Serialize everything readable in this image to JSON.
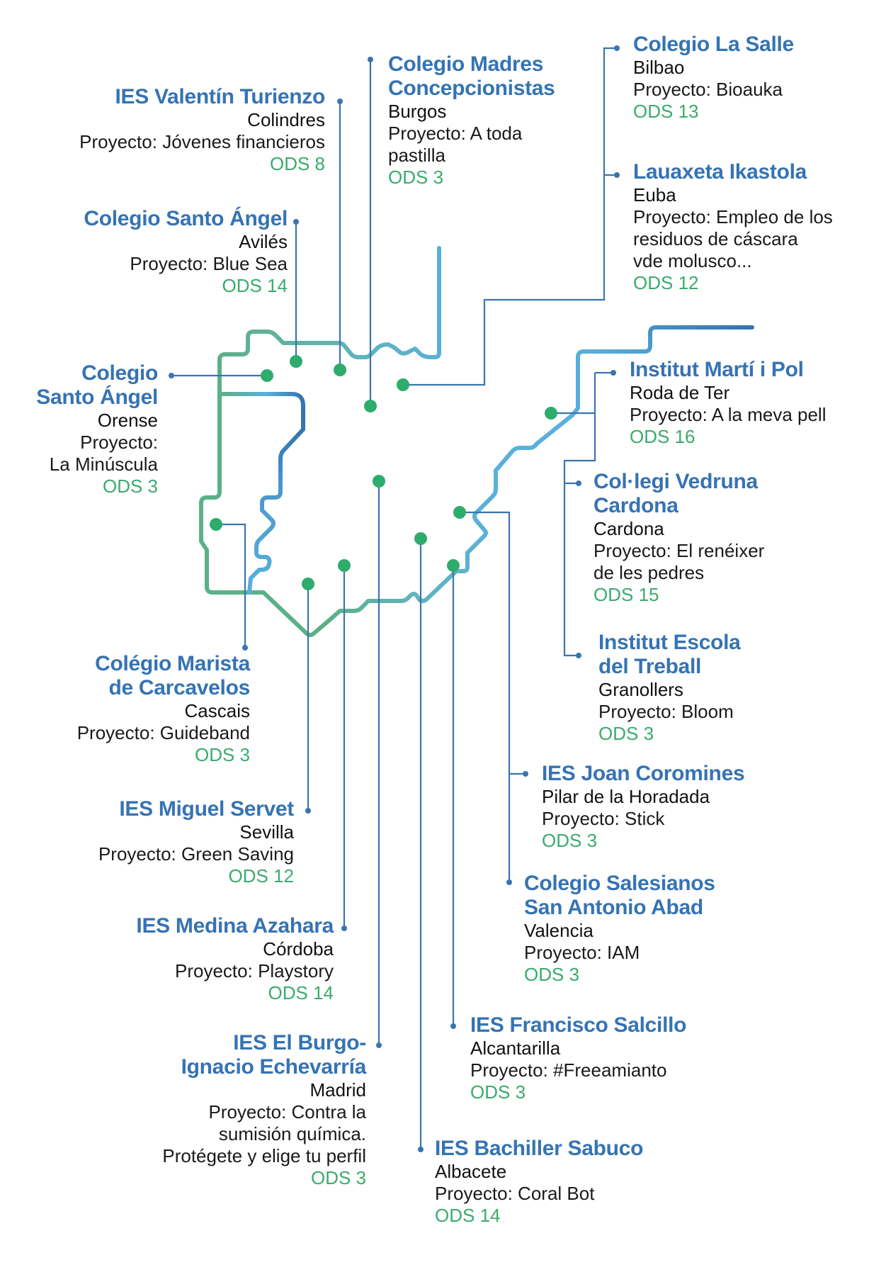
{
  "colors": {
    "title": "#3573b4",
    "ods": "#3aab6e",
    "dot": "#2eac6c",
    "connector": "#3a74b2",
    "outline_green": "#5cb087",
    "outline_teal": "#62b4bd",
    "outline_lightblue": "#5ab0dc",
    "outline_darkblue": "#3474b0"
  },
  "schools": [
    {
      "id": "valentin-turienzo",
      "title": "IES Valentín Turienzo",
      "city": "Colindres",
      "project": "Proyecto: Jóvenes financieros",
      "ods": "ODS 8"
    },
    {
      "id": "santo-angel-aviles",
      "title": "Colegio Santo Ángel",
      "city": "Avilés",
      "project": "Proyecto: Blue Sea",
      "ods": "ODS 14"
    },
    {
      "id": "santo-angel-orense",
      "title": "Colegio\nSanto Ángel",
      "city": "Orense",
      "project": "Proyecto:\nLa Minúscula",
      "ods": "ODS 3"
    },
    {
      "id": "madres-concepcionistas",
      "title": "Colegio Madres\nConcepcionistas",
      "city": "Burgos",
      "project": "Proyecto: A toda\npastilla",
      "ods": "ODS 3"
    },
    {
      "id": "la-salle",
      "title": "Colegio La Salle",
      "city": "Bilbao",
      "project": "Proyecto: Bioauka",
      "ods": "ODS 13"
    },
    {
      "id": "lauaxeta",
      "title": "Lauaxeta Ikastola",
      "city": "Euba",
      "project": "Proyecto: Empleo de los\nresiduos de cáscara\nvde molusco...",
      "ods": "ODS 12"
    },
    {
      "id": "marti-i-pol",
      "title": "Institut Martí i Pol",
      "city": "Roda de Ter",
      "project": "Proyecto: A la meva pell",
      "ods": "ODS 16"
    },
    {
      "id": "vedruna-cardona",
      "title": "Col·legi Vedruna\nCardona",
      "city": "Cardona",
      "project": "Proyecto: El renéixer\nde les pedres",
      "ods": "ODS 15"
    },
    {
      "id": "escola-treball",
      "title": "Institut Escola\ndel Treball",
      "city": "Granollers",
      "project": "Proyecto: Bloom",
      "ods": "ODS 3"
    },
    {
      "id": "marista-carcavelos",
      "title": "Colégio Marista\nde Carcavelos",
      "city": "Cascais",
      "project": "Proyecto: Guideband",
      "ods": "ODS 3"
    },
    {
      "id": "miguel-servet",
      "title": "IES Miguel Servet",
      "city": "Sevilla",
      "project": "Proyecto: Green Saving",
      "ods": "ODS 12"
    },
    {
      "id": "joan-coromines",
      "title": "IES Joan Coromines",
      "city": "Pilar de la Horadada",
      "project": "Proyecto: Stick",
      "ods": "ODS 3"
    },
    {
      "id": "salesianos",
      "title": "Colegio Salesianos\nSan Antonio Abad",
      "city": "Valencia",
      "project": "Proyecto: IAM",
      "ods": "ODS 3"
    },
    {
      "id": "medina-azahara",
      "title": "IES Medina Azahara",
      "city": "Córdoba",
      "project": "Proyecto: Playstory",
      "ods": "ODS 14"
    },
    {
      "id": "el-burgo",
      "title": "IES El Burgo-\nIgnacio Echevarría",
      "city": "Madrid",
      "project": "Proyecto: Contra la\nsumisión química.\nProtégete y elige tu perfil",
      "ods": "ODS 3"
    },
    {
      "id": "francisco-salcillo",
      "title": "IES Francisco Salcillo",
      "city": "Alcantarilla",
      "project": "Proyecto: #Freeamianto",
      "ods": "ODS 3"
    },
    {
      "id": "bachiller-sabuco",
      "title": "IES Bachiller Sabuco",
      "city": "Albacete",
      "project": "Proyecto: Coral Bot",
      "ods": "ODS 14"
    }
  ]
}
